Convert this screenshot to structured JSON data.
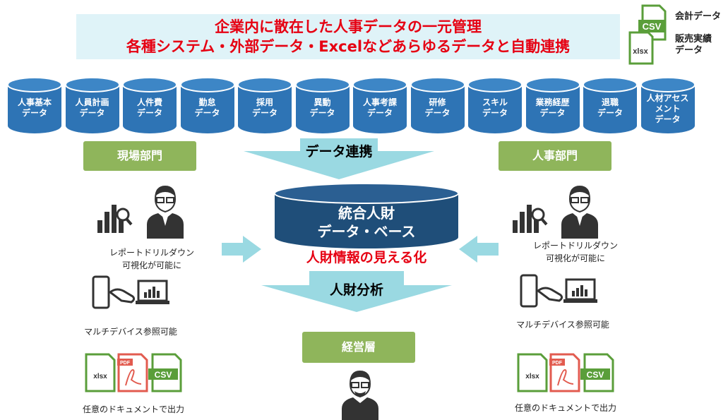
{
  "banner": {
    "line1": "企業内に散在した人事データの一元管理",
    "line2": "各種システム・外部データ・Excelなどあらゆるデータと自動連携"
  },
  "external_files": {
    "csv_badge": "CSV",
    "xlsx_badge": "xlsx",
    "label1": "会計データ",
    "label2_line1": "販売実績",
    "label2_line2": "データ"
  },
  "databases": [
    {
      "line1": "人事基本",
      "line2": "データ"
    },
    {
      "line1": "人員計画",
      "line2": "データ"
    },
    {
      "line1": "人件費",
      "line2": "データ"
    },
    {
      "line1": "勤怠",
      "line2": "データ"
    },
    {
      "line1": "採用",
      "line2": "データ"
    },
    {
      "line1": "異動",
      "line2": "データ"
    },
    {
      "line1": "人事考課",
      "line2": "データ"
    },
    {
      "line1": "研修",
      "line2": "データ"
    },
    {
      "line1": "スキル",
      "line2": "データ"
    },
    {
      "line1": "業務経歴",
      "line2": "データ"
    },
    {
      "line1": "退職",
      "line2": "データ"
    },
    {
      "line1": "人材アセス",
      "line2": "メント",
      "line3": "データ"
    }
  ],
  "flow": {
    "top_arrow_label": "データ連携",
    "center_db_line1": "統合人財",
    "center_db_line2": "データ・ベース",
    "visualization": "人財情報の見える化",
    "bottom_arrow_label": "人財分析"
  },
  "left_panel": {
    "title": "現場部門",
    "report_line1": "レポートドリルダウン",
    "report_line2": "可視化が可能に",
    "device": "マルチデバイス参照可能",
    "output": "任意のドキュメントで出力"
  },
  "right_panel": {
    "title": "人事部門",
    "report_line1": "レポートドリルダウン",
    "report_line2": "可視化が可能に",
    "device": "マルチデバイス参照可能",
    "output": "任意のドキュメントで出力"
  },
  "management": {
    "title": "経営層"
  },
  "doc_badges": {
    "xlsx": "xlsx",
    "pdf": "PDF",
    "csv": "CSV"
  },
  "colors": {
    "cylinder": "#2e74b5",
    "center_db": "#1f4e79",
    "green": "#8fb55b",
    "arrow": "#9ad9e2",
    "red": "#e60012"
  }
}
